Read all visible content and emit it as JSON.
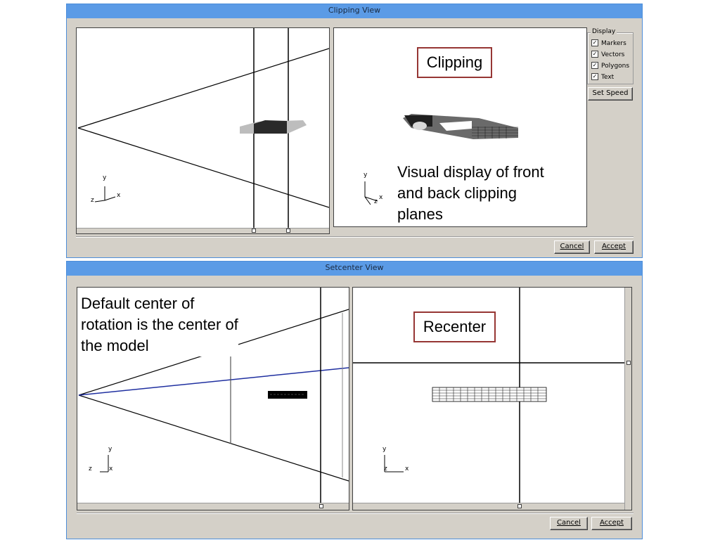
{
  "clipping_window": {
    "title": "Clipping View",
    "display_group": {
      "legend": "Display",
      "options": [
        {
          "label": "Markers",
          "checked": true
        },
        {
          "label": "Vectors",
          "checked": true
        },
        {
          "label": "Polygons",
          "checked": true
        },
        {
          "label": "Text",
          "checked": true
        }
      ],
      "checkmark": "✓"
    },
    "set_speed_label": "Set Speed",
    "cancel_label": "Cancel",
    "accept_label": "Accept",
    "left_axes": {
      "y": "y",
      "z": "z",
      "x": "x"
    },
    "right_axes": {
      "y": "y",
      "z": "z",
      "x": "x"
    }
  },
  "setcenter_window": {
    "title": "Setcenter View",
    "cancel_label": "Cancel",
    "accept_label": "Accept",
    "left_axes": {
      "y": "y",
      "z": "z",
      "x": "x"
    },
    "right_axes": {
      "y": "y",
      "z": "z",
      "x": "x"
    }
  },
  "annotations": {
    "clipping_box": "Clipping",
    "clipping_caption": [
      "Visual display of front",
      "and back clipping",
      "planes"
    ],
    "default_center_caption": [
      "Default center of",
      "rotation is the center of",
      "the model"
    ],
    "recenter_box": "Recenter"
  },
  "colors": {
    "titlebar": "#5b9be6",
    "window_bg": "#d4d0c8",
    "annotation_border": "#963634",
    "view_direction_line": "#1f2fa0"
  }
}
